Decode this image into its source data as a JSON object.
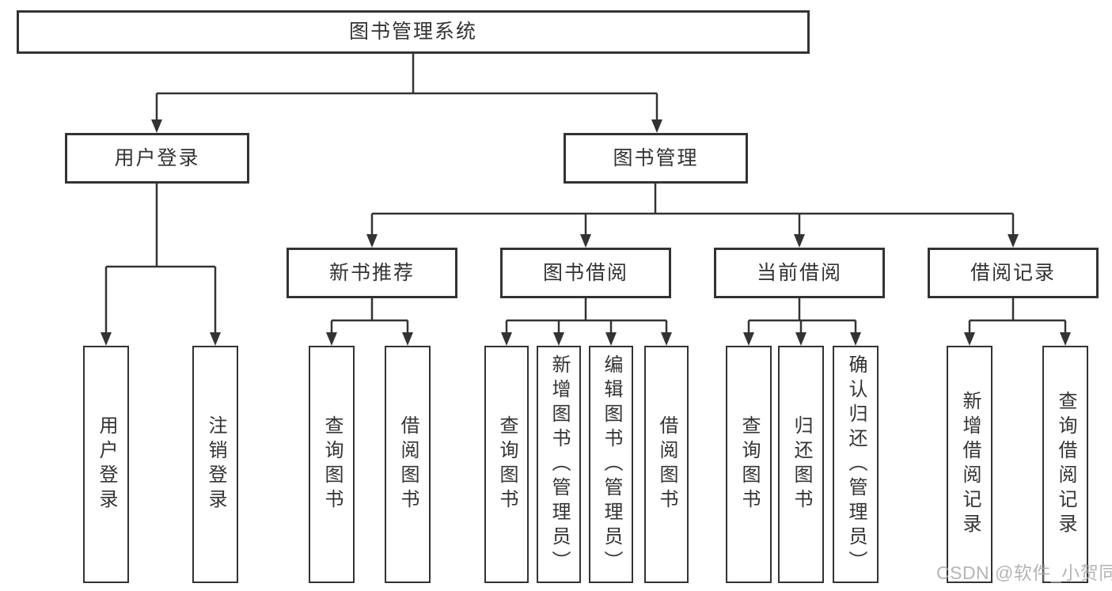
{
  "tree": {
    "root": "图书管理系统",
    "branches": [
      {
        "label": "用户登录",
        "children": [
          "用户登录",
          "注销登录"
        ]
      },
      {
        "label": "图书管理",
        "children": [
          {
            "label": "新书推荐",
            "children": [
              "查询图书",
              "借阅图书"
            ]
          },
          {
            "label": "图书借阅",
            "children": [
              "查询图书",
              "新增图书（管理员）",
              "编辑图书（管理员）",
              "借阅图书"
            ]
          },
          {
            "label": "当前借阅",
            "children": [
              "查询图书",
              "归还图书",
              "确认归还（管理员）"
            ]
          },
          {
            "label": "借阅记录",
            "children": [
              "新增借阅记录",
              "查询借阅记录"
            ]
          }
        ]
      }
    ]
  },
  "watermark": {
    "text": "CSDN @软件_小贺同学"
  },
  "colors": {
    "line": "#333333",
    "box_border": "#333333",
    "text": "#333333",
    "background": "#ffffff",
    "watermark": "#a8a8a8"
  }
}
